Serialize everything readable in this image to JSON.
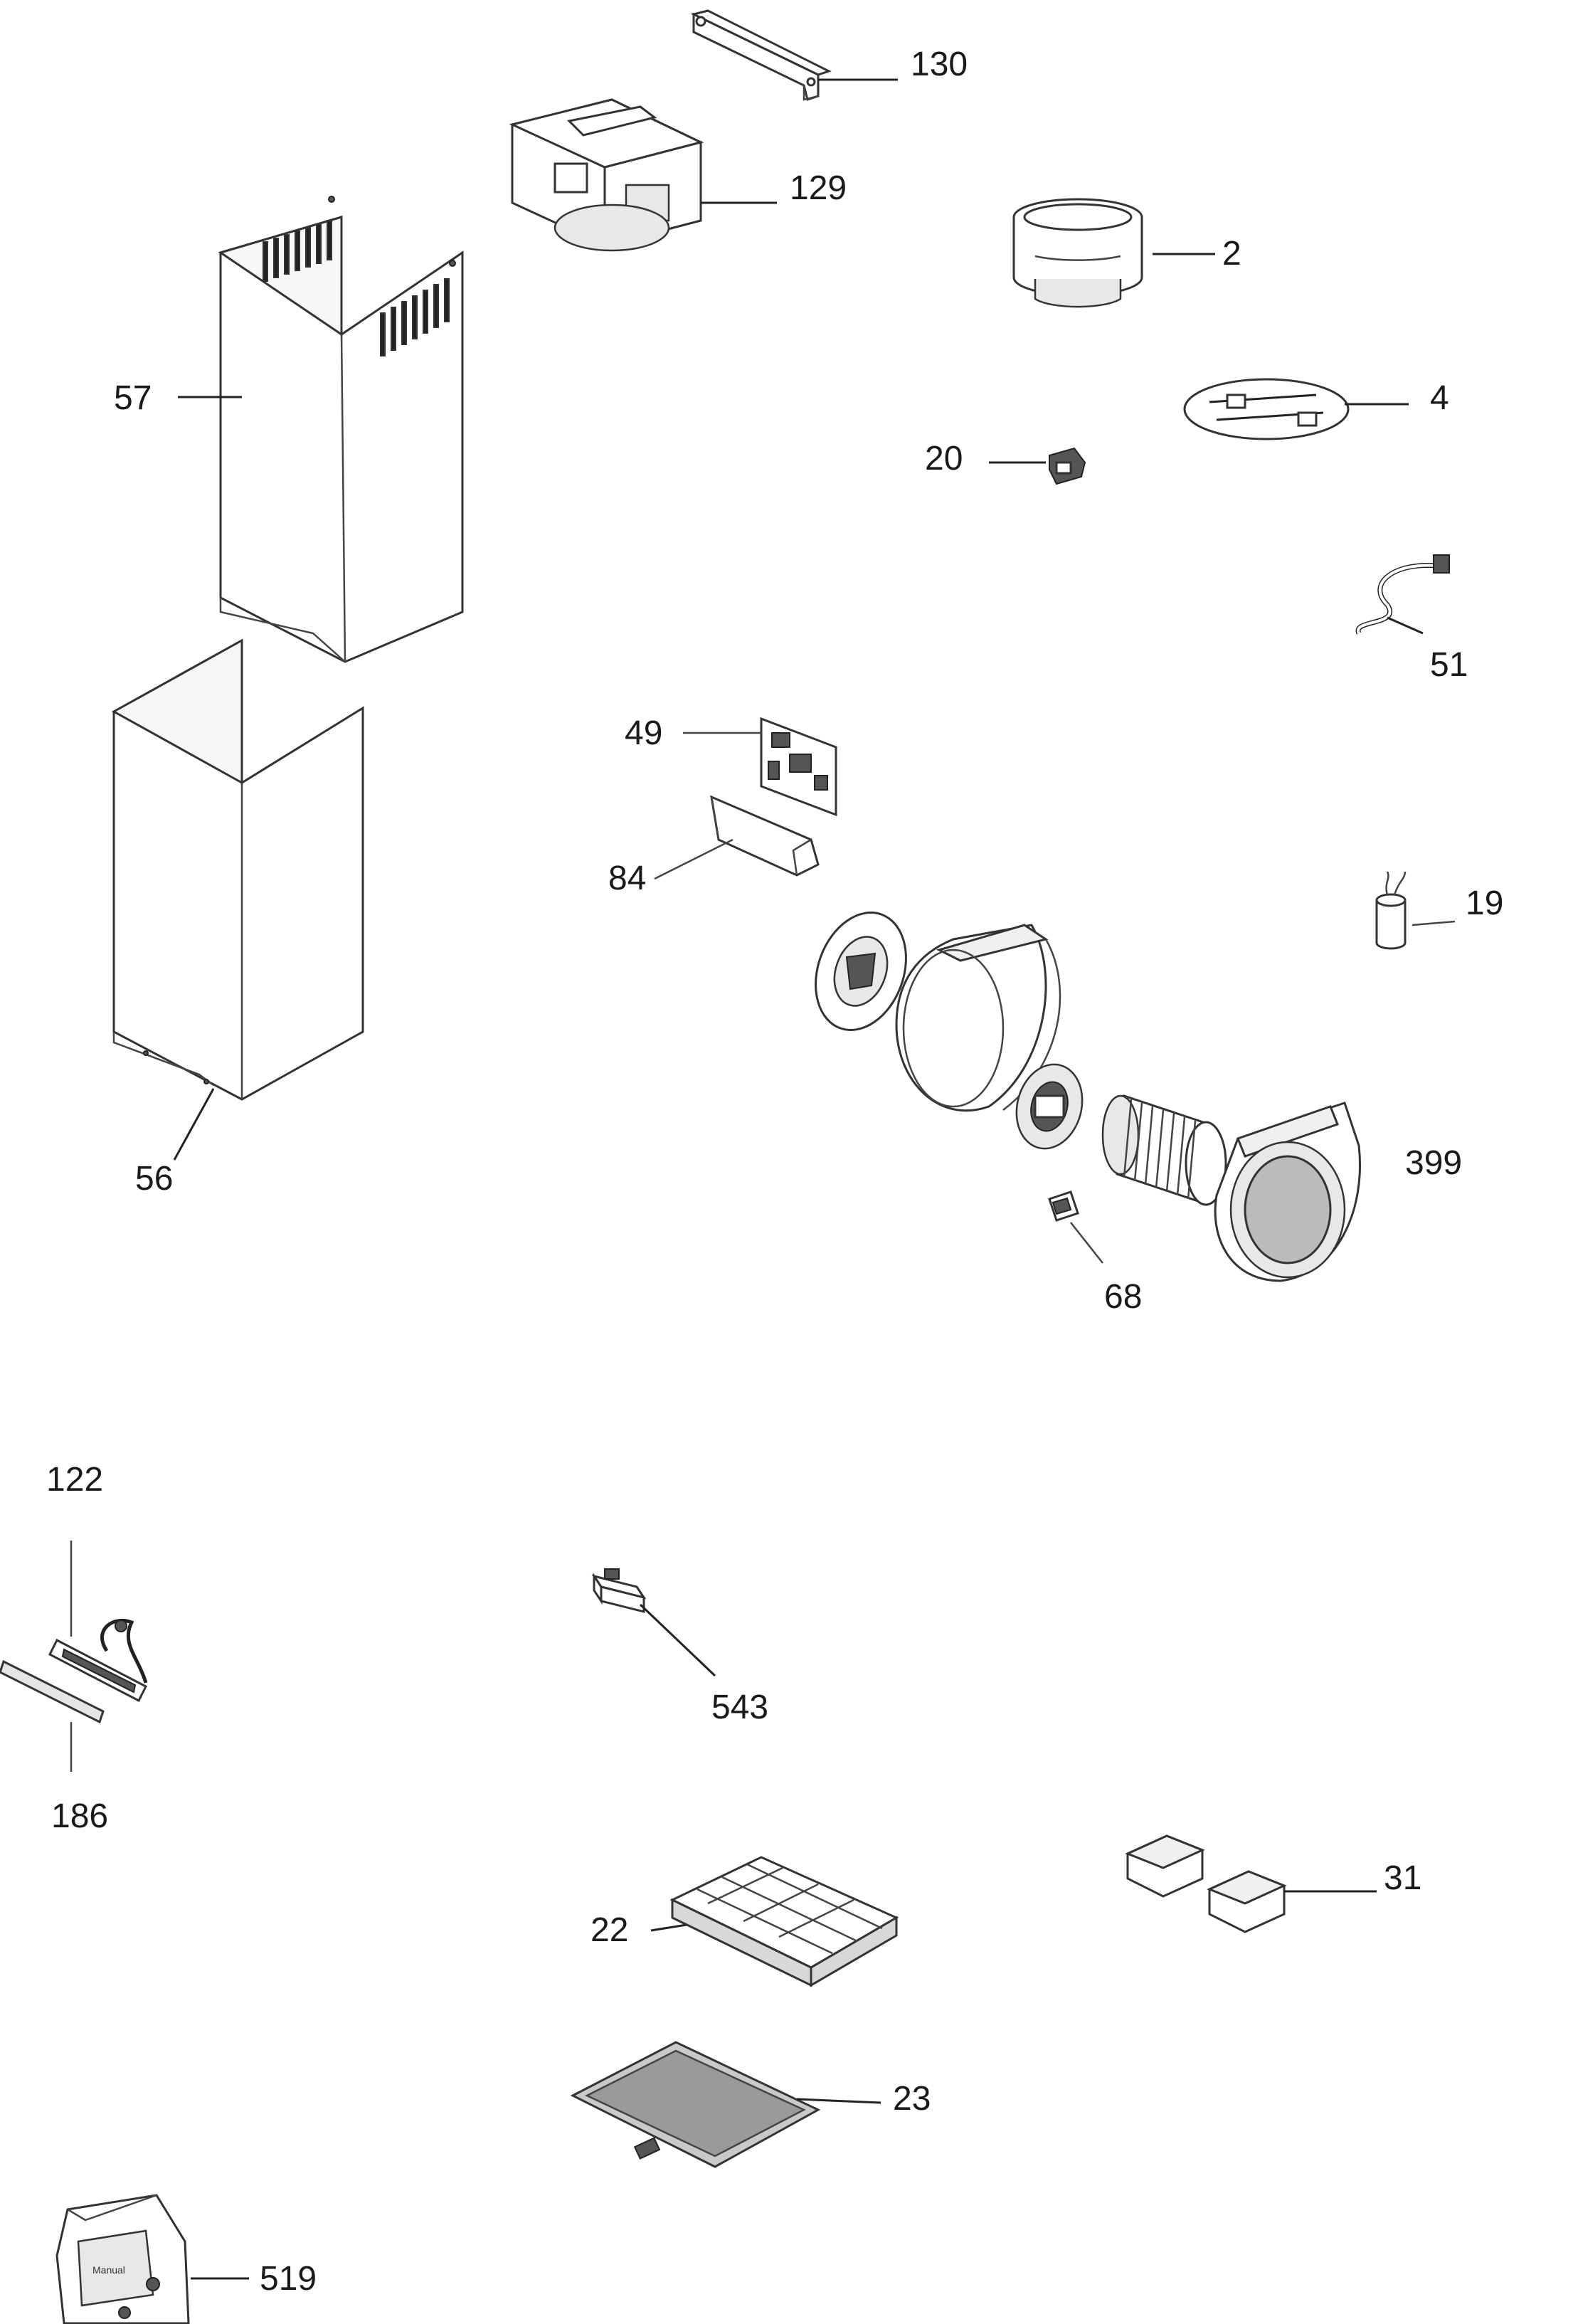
{
  "parts": [
    {
      "id": "p130",
      "label": "130"
    },
    {
      "id": "p129",
      "label": "129"
    },
    {
      "id": "p2",
      "label": "2"
    },
    {
      "id": "p57",
      "label": "57"
    },
    {
      "id": "p4",
      "label": "4"
    },
    {
      "id": "p20",
      "label": "20"
    },
    {
      "id": "p51",
      "label": "51"
    },
    {
      "id": "p49",
      "label": "49"
    },
    {
      "id": "p84",
      "label": "84"
    },
    {
      "id": "p19",
      "label": "19"
    },
    {
      "id": "p56",
      "label": "56"
    },
    {
      "id": "p399",
      "label": "399"
    },
    {
      "id": "p68",
      "label": "68"
    },
    {
      "id": "p122",
      "label": "122"
    },
    {
      "id": "p186",
      "label": "186"
    },
    {
      "id": "p543",
      "label": "543"
    },
    {
      "id": "p31",
      "label": "31"
    },
    {
      "id": "p22",
      "label": "22"
    },
    {
      "id": "p23",
      "label": "23"
    },
    {
      "id": "p519",
      "label": "519"
    }
  ],
  "manual_text": "Manual"
}
